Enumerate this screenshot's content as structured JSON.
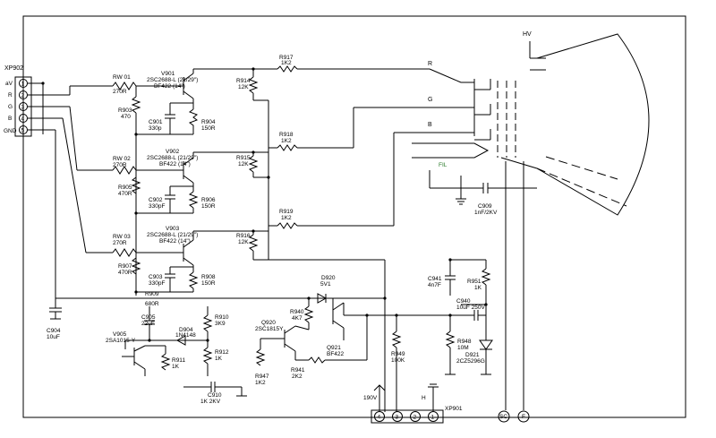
{
  "connector_left": {
    "name": "XP902",
    "pins": [
      {
        "num": "1",
        "label": "aV"
      },
      {
        "num": "2",
        "label": "R"
      },
      {
        "num": "3",
        "label": "G"
      },
      {
        "num": "4",
        "label": "B"
      },
      {
        "num": "5",
        "label": "GND"
      }
    ]
  },
  "connector_bottom": {
    "name": "XP901",
    "pins": [
      "4",
      "3",
      "2",
      "1"
    ],
    "label_190v": "190V",
    "label_h": "H"
  },
  "crt": {
    "hv_label": "HV",
    "gun_r": "R",
    "gun_g": "G",
    "gun_b": "B",
    "fil_label": "FIL",
    "sc_label": "SC",
    "f_label": "F"
  },
  "components": {
    "rw901": {
      "ref": "RW 01",
      "val": "270R"
    },
    "rw902": {
      "ref": "RW 02",
      "val": "270R"
    },
    "rw903": {
      "ref": "RW 03",
      "val": "270R"
    },
    "r903": {
      "ref": "R903",
      "val": "470"
    },
    "r905": {
      "ref": "R905",
      "val": "470R"
    },
    "r907": {
      "ref": "R907",
      "val": "470R"
    },
    "v901": {
      "ref": "V901",
      "part": "2SC2688-L (21/29\")",
      "alt": "BF422 (14\")"
    },
    "v902": {
      "ref": "V902",
      "part": "2SC2688-L (21/29\")",
      "alt": "BF422 (14\")"
    },
    "v903": {
      "ref": "V903",
      "part": "2SC2688-L (21/29\")",
      "alt": "BF422 (14\")"
    },
    "c901": {
      "ref": "C901",
      "val": "330p"
    },
    "c902": {
      "ref": "C902",
      "val": "330pF"
    },
    "c903": {
      "ref": "C903",
      "val": "330pF"
    },
    "r904": {
      "ref": "R904",
      "val": "150R"
    },
    "r906": {
      "ref": "R906",
      "val": "150R"
    },
    "r908": {
      "ref": "R908",
      "val": "150R"
    },
    "r914": {
      "ref": "R914",
      "val": "12K"
    },
    "r915": {
      "ref": "R915",
      "val": "12K"
    },
    "r916": {
      "ref": "R916",
      "val": "12K"
    },
    "r917": {
      "ref": "R917",
      "val": "1K2"
    },
    "r918": {
      "ref": "R918",
      "val": "1K2"
    },
    "r919": {
      "ref": "R919",
      "val": "1K2"
    },
    "r909": {
      "ref": "R909",
      "val": "680R"
    },
    "c904": {
      "ref": "C904",
      "val": "10uF"
    },
    "v905": {
      "ref": "V905",
      "part": "2SA1015-Y"
    },
    "c905": {
      "ref": "C905",
      "val": "22uF"
    },
    "d904": {
      "ref": "D904",
      "val": "1N4148"
    },
    "r910": {
      "ref": "R910",
      "val": "3K9"
    },
    "r911": {
      "ref": "R911",
      "val": "1K"
    },
    "r912": {
      "ref": "R912",
      "val": "1K"
    },
    "c910": {
      "ref": "C910",
      "val": "1K 2KV"
    },
    "d920": {
      "ref": "D920",
      "val": "5V1"
    },
    "r940": {
      "ref": "R940",
      "val": "4K7"
    },
    "q920": {
      "ref": "Q920",
      "part": "2SC1815Y"
    },
    "q921": {
      "ref": "Q921",
      "part": "BF422"
    },
    "r947": {
      "ref": "R947",
      "val": "1K2"
    },
    "r941": {
      "ref": "R941",
      "val": "2K2"
    },
    "r949": {
      "ref": "R949",
      "val": "100K"
    },
    "c941": {
      "ref": "C941",
      "val": "4n7F"
    },
    "r951": {
      "ref": "R951",
      "val": "1K"
    },
    "c940": {
      "ref": "C940",
      "val": "10uF 250V"
    },
    "r948": {
      "ref": "R948",
      "val": "10M"
    },
    "d921": {
      "ref": "D921",
      "val": "2CZ5296G"
    },
    "c909": {
      "ref": "C909",
      "val": "1nF/2KV"
    }
  }
}
